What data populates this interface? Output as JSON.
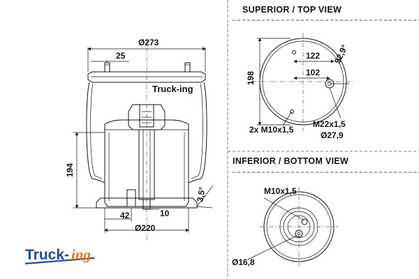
{
  "side_view": {
    "logo_text": "Truck-ing",
    "dims": {
      "top_diameter": "Ø273",
      "stud_offset": "25",
      "height": "194",
      "angle": "3,5°",
      "piston_offset": "42",
      "bolt_width": "10",
      "base_diameter": "Ø220"
    }
  },
  "top_view": {
    "header": "SUPERIOR / TOP VIEW",
    "dims": {
      "diameter": "198",
      "dist_a": "122",
      "dist_b": "102",
      "angle": "92,9°",
      "studs": "2x M10x1,5",
      "port": "M22x1,5",
      "port_diameter": "Ø27,9"
    }
  },
  "bottom_view": {
    "header": "INFERIOR / BOTTOM VIEW",
    "dims": {
      "bolt": "M10x1,5",
      "hole_diameter": "Ø16,8"
    }
  },
  "brand": {
    "part1": "Truck-",
    "part2": "ing"
  }
}
